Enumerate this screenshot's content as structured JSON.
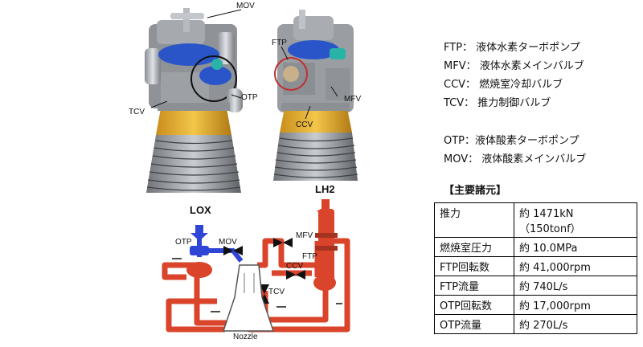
{
  "engine_labels": {
    "mov": "MOV",
    "otp": "OTP",
    "tcv": "TCV",
    "ftp": "FTP",
    "mfv": "MFV",
    "ccv": "CCV"
  },
  "schematic_labels": {
    "lox": "LOX",
    "lh2": "LH2",
    "otp": "OTP",
    "mov": "MOV",
    "mfv": "MFV",
    "ftp": "FTP",
    "ccv": "CCV",
    "tcv": "TCV",
    "nozzle": "Nozzle"
  },
  "glossary": [
    "FTP： 液体水素ターボポンプ",
    "MFV： 液体水素メインバルブ",
    "CCV： 燃焼室冷却バルブ",
    "TCV： 推力制御バルブ",
    "OTP：液体酸素ターボポンプ",
    "MOV： 液体酸素メインバルブ"
  ],
  "specs": {
    "title": "【主要諸元】",
    "rows": [
      {
        "key": "推力",
        "value_line1": "約 1471kN",
        "value_line2": "（150tonf）"
      },
      {
        "key": "燃焼室圧力",
        "value_line1": "約 10.0MPa",
        "value_line2": ""
      },
      {
        "key": "FTP回転数",
        "value_line1": "約 41,000rpm",
        "value_line2": ""
      },
      {
        "key": "FTP流量",
        "value_line1": "約 740L/s",
        "value_line2": ""
      },
      {
        "key": "OTP回転数",
        "value_line1": "約 17,000rpm",
        "value_line2": ""
      },
      {
        "key": "OTP流量",
        "value_line1": "約 270L/s",
        "value_line2": ""
      }
    ]
  },
  "colors": {
    "hydrogen": "#d9442b",
    "oxygen": "#2f45d6",
    "nozzle": "#e8b335"
  }
}
